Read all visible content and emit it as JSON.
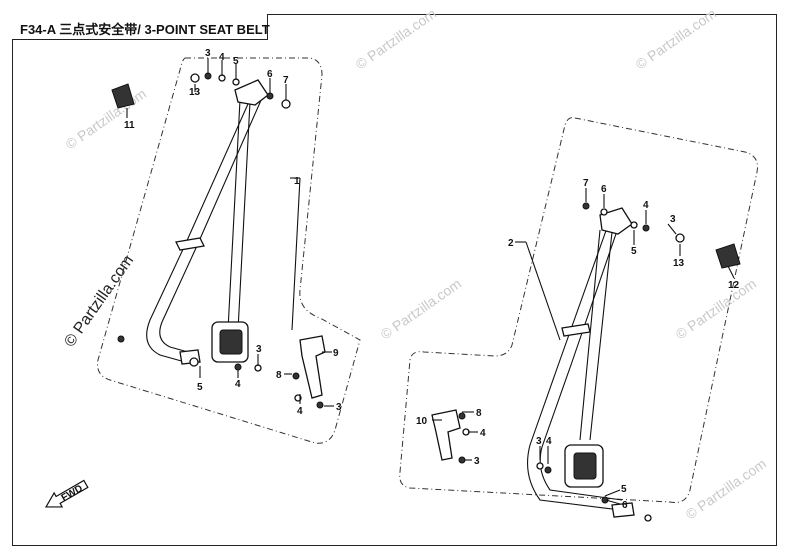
{
  "title": "F34-A 三点式安全带/ 3-POINT SEAT BELT",
  "watermarks": [
    "© Partzilla.com",
    "© Partzilla.com",
    "© Partzilla.com",
    "© Partzilla.com",
    "© Partzilla.com",
    "© Partzilla.com",
    "© Partzilla.com"
  ],
  "fwd_label": "FWD",
  "callouts": [
    "1",
    "2",
    "3",
    "4",
    "5",
    "6",
    "7",
    "13",
    "11",
    "3",
    "4",
    "5",
    "6",
    "7",
    "13",
    "12",
    "9",
    "8",
    "3",
    "4",
    "5",
    "4",
    "3",
    "10",
    "8",
    "4",
    "3",
    "3",
    "4",
    "5",
    "6"
  ]
}
